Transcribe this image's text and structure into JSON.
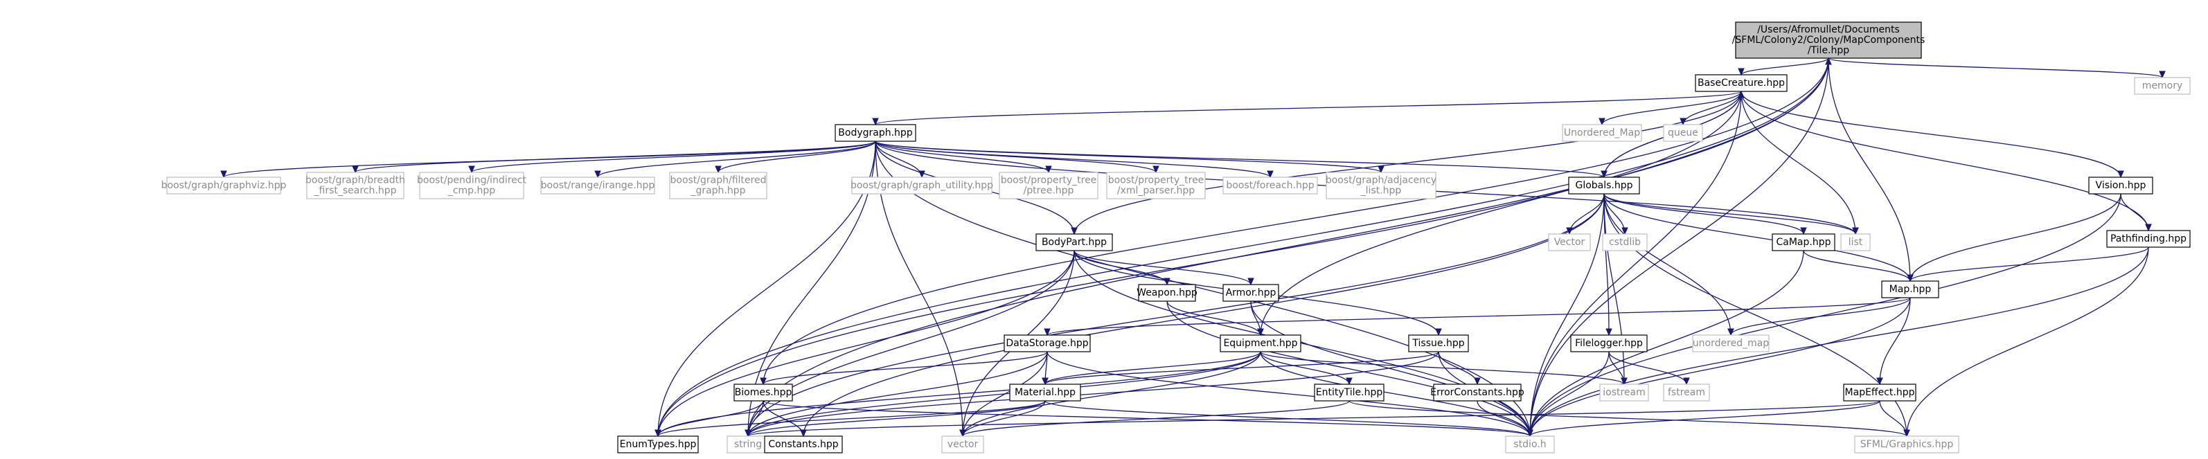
{
  "colors": {
    "edge": "#191970",
    "root_fill": "#bfbfbf",
    "box_border": "#000000",
    "external_border": "#bfbfbf",
    "external_text": "#8c8c8c"
  },
  "nodes": [
    {
      "id": "tile",
      "label": [
        "/Users/Afromullet/Documents",
        "/SFML/Colony2/Colony/MapComponents",
        "/Tile.hpp"
      ],
      "kind": "root"
    },
    {
      "id": "memory",
      "label": [
        "memory"
      ],
      "kind": "external"
    },
    {
      "id": "basecreature",
      "label": [
        "BaseCreature.hpp"
      ],
      "kind": "boxed"
    },
    {
      "id": "unordered_map_cap",
      "label": [
        "Unordered_Map"
      ],
      "kind": "external"
    },
    {
      "id": "queue",
      "label": [
        "queue"
      ],
      "kind": "external"
    },
    {
      "id": "bodygraph",
      "label": [
        "Bodygraph.hpp"
      ],
      "kind": "boxed"
    },
    {
      "id": "graphviz",
      "label": [
        "boost/graph/graphviz.hpp"
      ],
      "kind": "external"
    },
    {
      "id": "breadth",
      "label": [
        "boost/graph/breadth",
        "_first_search.hpp"
      ],
      "kind": "external"
    },
    {
      "id": "indirect",
      "label": [
        "boost/pending/indirect",
        "_cmp.hpp"
      ],
      "kind": "external"
    },
    {
      "id": "irange",
      "label": [
        "boost/range/irange.hpp"
      ],
      "kind": "external"
    },
    {
      "id": "filtered",
      "label": [
        "boost/graph/filtered",
        "_graph.hpp"
      ],
      "kind": "external"
    },
    {
      "id": "graphutil",
      "label": [
        "boost/graph/graph_utility.hpp"
      ],
      "kind": "external"
    },
    {
      "id": "ptree",
      "label": [
        "boost/property_tree",
        "/ptree.hpp"
      ],
      "kind": "external"
    },
    {
      "id": "xmlparser",
      "label": [
        "boost/property_tree",
        "/xml_parser.hpp"
      ],
      "kind": "external"
    },
    {
      "id": "foreach",
      "label": [
        "boost/foreach.hpp"
      ],
      "kind": "external"
    },
    {
      "id": "adjacency",
      "label": [
        "boost/graph/adjacency",
        "_list.hpp"
      ],
      "kind": "external"
    },
    {
      "id": "globals",
      "label": [
        "Globals.hpp"
      ],
      "kind": "boxed"
    },
    {
      "id": "vision",
      "label": [
        "Vision.hpp"
      ],
      "kind": "boxed"
    },
    {
      "id": "pathfinding",
      "label": [
        "Pathfinding.hpp"
      ],
      "kind": "boxed"
    },
    {
      "id": "list",
      "label": [
        "list"
      ],
      "kind": "external"
    },
    {
      "id": "vector_cap",
      "label": [
        "Vector"
      ],
      "kind": "external"
    },
    {
      "id": "cstdlib",
      "label": [
        "cstdlib"
      ],
      "kind": "external"
    },
    {
      "id": "camap",
      "label": [
        "CaMap.hpp"
      ],
      "kind": "boxed"
    },
    {
      "id": "bodypart",
      "label": [
        "BodyPart.hpp"
      ],
      "kind": "boxed"
    },
    {
      "id": "map",
      "label": [
        "Map.hpp"
      ],
      "kind": "boxed"
    },
    {
      "id": "weapon",
      "label": [
        "Weapon.hpp"
      ],
      "kind": "boxed"
    },
    {
      "id": "armor",
      "label": [
        "Armor.hpp"
      ],
      "kind": "boxed"
    },
    {
      "id": "datastorage",
      "label": [
        "DataStorage.hpp"
      ],
      "kind": "boxed"
    },
    {
      "id": "equipment",
      "label": [
        "Equipment.hpp"
      ],
      "kind": "boxed"
    },
    {
      "id": "tissue",
      "label": [
        "Tissue.hpp"
      ],
      "kind": "boxed"
    },
    {
      "id": "filelogger",
      "label": [
        "Filelogger.hpp"
      ],
      "kind": "boxed"
    },
    {
      "id": "unordered_map",
      "label": [
        "unordered_map"
      ],
      "kind": "external"
    },
    {
      "id": "biomes",
      "label": [
        "Biomes.hpp"
      ],
      "kind": "boxed"
    },
    {
      "id": "material",
      "label": [
        "Material.hpp"
      ],
      "kind": "boxed"
    },
    {
      "id": "entitytile",
      "label": [
        "EntityTile.hpp"
      ],
      "kind": "boxed"
    },
    {
      "id": "errorconstants",
      "label": [
        "ErrorConstants.hpp"
      ],
      "kind": "boxed"
    },
    {
      "id": "iostream",
      "label": [
        "iostream"
      ],
      "kind": "external"
    },
    {
      "id": "fstream",
      "label": [
        "fstream"
      ],
      "kind": "external"
    },
    {
      "id": "mapeffect",
      "label": [
        "MapEffect.hpp"
      ],
      "kind": "boxed"
    },
    {
      "id": "enumtypes",
      "label": [
        "EnumTypes.hpp"
      ],
      "kind": "boxed"
    },
    {
      "id": "string",
      "label": [
        "string"
      ],
      "kind": "external"
    },
    {
      "id": "constants",
      "label": [
        "Constants.hpp"
      ],
      "kind": "boxed"
    },
    {
      "id": "vector",
      "label": [
        "vector"
      ],
      "kind": "external"
    },
    {
      "id": "stdio",
      "label": [
        "stdio.h"
      ],
      "kind": "external"
    },
    {
      "id": "sfmlgraphics",
      "label": [
        "SFML/Graphics.hpp"
      ],
      "kind": "external"
    }
  ],
  "edges": [
    [
      "tile",
      "memory"
    ],
    [
      "tile",
      "basecreature"
    ],
    [
      "tile",
      "equipment"
    ],
    [
      "tile",
      "biomes"
    ],
    [
      "tile",
      "enumtypes"
    ],
    [
      "tile",
      "string"
    ],
    [
      "tile",
      "stdio"
    ],
    [
      "basecreature",
      "bodygraph"
    ],
    [
      "basecreature",
      "unordered_map_cap"
    ],
    [
      "basecreature",
      "queue"
    ],
    [
      "basecreature",
      "vision"
    ],
    [
      "basecreature",
      "pathfinding"
    ],
    [
      "basecreature",
      "list"
    ],
    [
      "basecreature",
      "bodypart"
    ],
    [
      "basecreature",
      "globals"
    ],
    [
      "basecreature",
      "enumtypes"
    ],
    [
      "basecreature",
      "stdio"
    ],
    [
      "bodygraph",
      "graphviz"
    ],
    [
      "bodygraph",
      "breadth"
    ],
    [
      "bodygraph",
      "indirect"
    ],
    [
      "bodygraph",
      "irange"
    ],
    [
      "bodygraph",
      "filtered"
    ],
    [
      "bodygraph",
      "graphutil"
    ],
    [
      "bodygraph",
      "ptree"
    ],
    [
      "bodygraph",
      "xmlparser"
    ],
    [
      "bodygraph",
      "foreach"
    ],
    [
      "bodygraph",
      "adjacency"
    ],
    [
      "bodygraph",
      "globals"
    ],
    [
      "bodygraph",
      "bodypart"
    ],
    [
      "bodygraph",
      "list"
    ],
    [
      "bodygraph",
      "enumtypes"
    ],
    [
      "bodygraph",
      "string"
    ],
    [
      "bodygraph",
      "vector"
    ],
    [
      "bodygraph",
      "stdio"
    ],
    [
      "globals",
      "basecreature"
    ],
    [
      "globals",
      "list"
    ],
    [
      "globals",
      "vector_cap"
    ],
    [
      "globals",
      "cstdlib"
    ],
    [
      "globals",
      "camap"
    ],
    [
      "globals",
      "map"
    ],
    [
      "globals",
      "filelogger"
    ],
    [
      "globals",
      "unordered_map"
    ],
    [
      "globals",
      "iostream"
    ],
    [
      "globals",
      "constants"
    ],
    [
      "globals",
      "string"
    ],
    [
      "globals",
      "stdio"
    ],
    [
      "globals",
      "sfmlgraphics"
    ],
    [
      "vision",
      "map"
    ],
    [
      "vision",
      "pathfinding"
    ],
    [
      "vision",
      "stdio"
    ],
    [
      "pathfinding",
      "map"
    ],
    [
      "pathfinding",
      "stdio"
    ],
    [
      "pathfinding",
      "sfmlgraphics"
    ],
    [
      "camap",
      "map"
    ],
    [
      "camap",
      "stdio"
    ],
    [
      "map",
      "tile"
    ],
    [
      "map",
      "datastorage"
    ],
    [
      "map",
      "unordered_map"
    ],
    [
      "map",
      "mapeffect"
    ],
    [
      "map",
      "stdio"
    ],
    [
      "bodypart",
      "weapon"
    ],
    [
      "bodypart",
      "armor"
    ],
    [
      "bodypart",
      "tissue"
    ],
    [
      "bodypart",
      "enumtypes"
    ],
    [
      "bodypart",
      "string"
    ],
    [
      "bodypart",
      "vector"
    ],
    [
      "bodypart",
      "stdio"
    ],
    [
      "weapon",
      "equipment"
    ],
    [
      "weapon",
      "stdio"
    ],
    [
      "armor",
      "equipment"
    ],
    [
      "armor",
      "stdio"
    ],
    [
      "equipment",
      "material"
    ],
    [
      "equipment",
      "entitytile"
    ],
    [
      "equipment",
      "iostream"
    ],
    [
      "equipment",
      "enumtypes"
    ],
    [
      "equipment",
      "string"
    ],
    [
      "equipment",
      "vector"
    ],
    [
      "equipment",
      "stdio"
    ],
    [
      "datastorage",
      "biomes"
    ],
    [
      "datastorage",
      "material"
    ],
    [
      "datastorage",
      "string"
    ],
    [
      "datastorage",
      "vector"
    ],
    [
      "datastorage",
      "stdio"
    ],
    [
      "tissue",
      "material"
    ],
    [
      "tissue",
      "errorconstants"
    ],
    [
      "tissue",
      "string"
    ],
    [
      "tissue",
      "stdio"
    ],
    [
      "filelogger",
      "iostream"
    ],
    [
      "filelogger",
      "fstream"
    ],
    [
      "filelogger",
      "stdio"
    ],
    [
      "biomes",
      "enumtypes"
    ],
    [
      "biomes",
      "string"
    ],
    [
      "biomes",
      "constants"
    ],
    [
      "biomes",
      "stdio"
    ],
    [
      "material",
      "enumtypes"
    ],
    [
      "material",
      "string"
    ],
    [
      "material",
      "vector"
    ],
    [
      "material",
      "stdio"
    ],
    [
      "entitytile",
      "vector"
    ],
    [
      "entitytile",
      "sfmlgraphics"
    ],
    [
      "errorconstants",
      "stdio"
    ],
    [
      "mapeffect",
      "stdio"
    ],
    [
      "mapeffect",
      "sfmlgraphics"
    ],
    [
      "mapeffect",
      "string"
    ]
  ]
}
